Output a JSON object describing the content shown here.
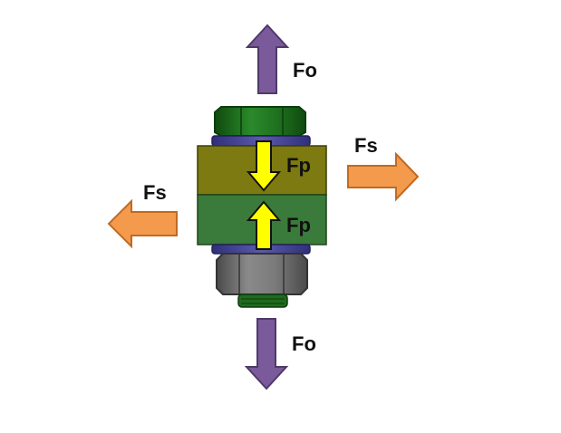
{
  "labels": {
    "axial_top": "Fo",
    "axial_bottom": "Fo",
    "shear_right": "Fs",
    "shear_left": "Fs",
    "clamp_upper": "Fp",
    "clamp_lower": "Fp"
  },
  "colors": {
    "axial_arrow": "#7a5a9a",
    "shear_arrow": "#f39a4c",
    "clamp_arrow": "#ffff00",
    "bolt_head": "#1f6b1f",
    "nut": "#6d6d6d",
    "washer": "#4a4a9a",
    "upper_plate": "#7c7a10",
    "lower_plate": "#3a7a3a"
  }
}
